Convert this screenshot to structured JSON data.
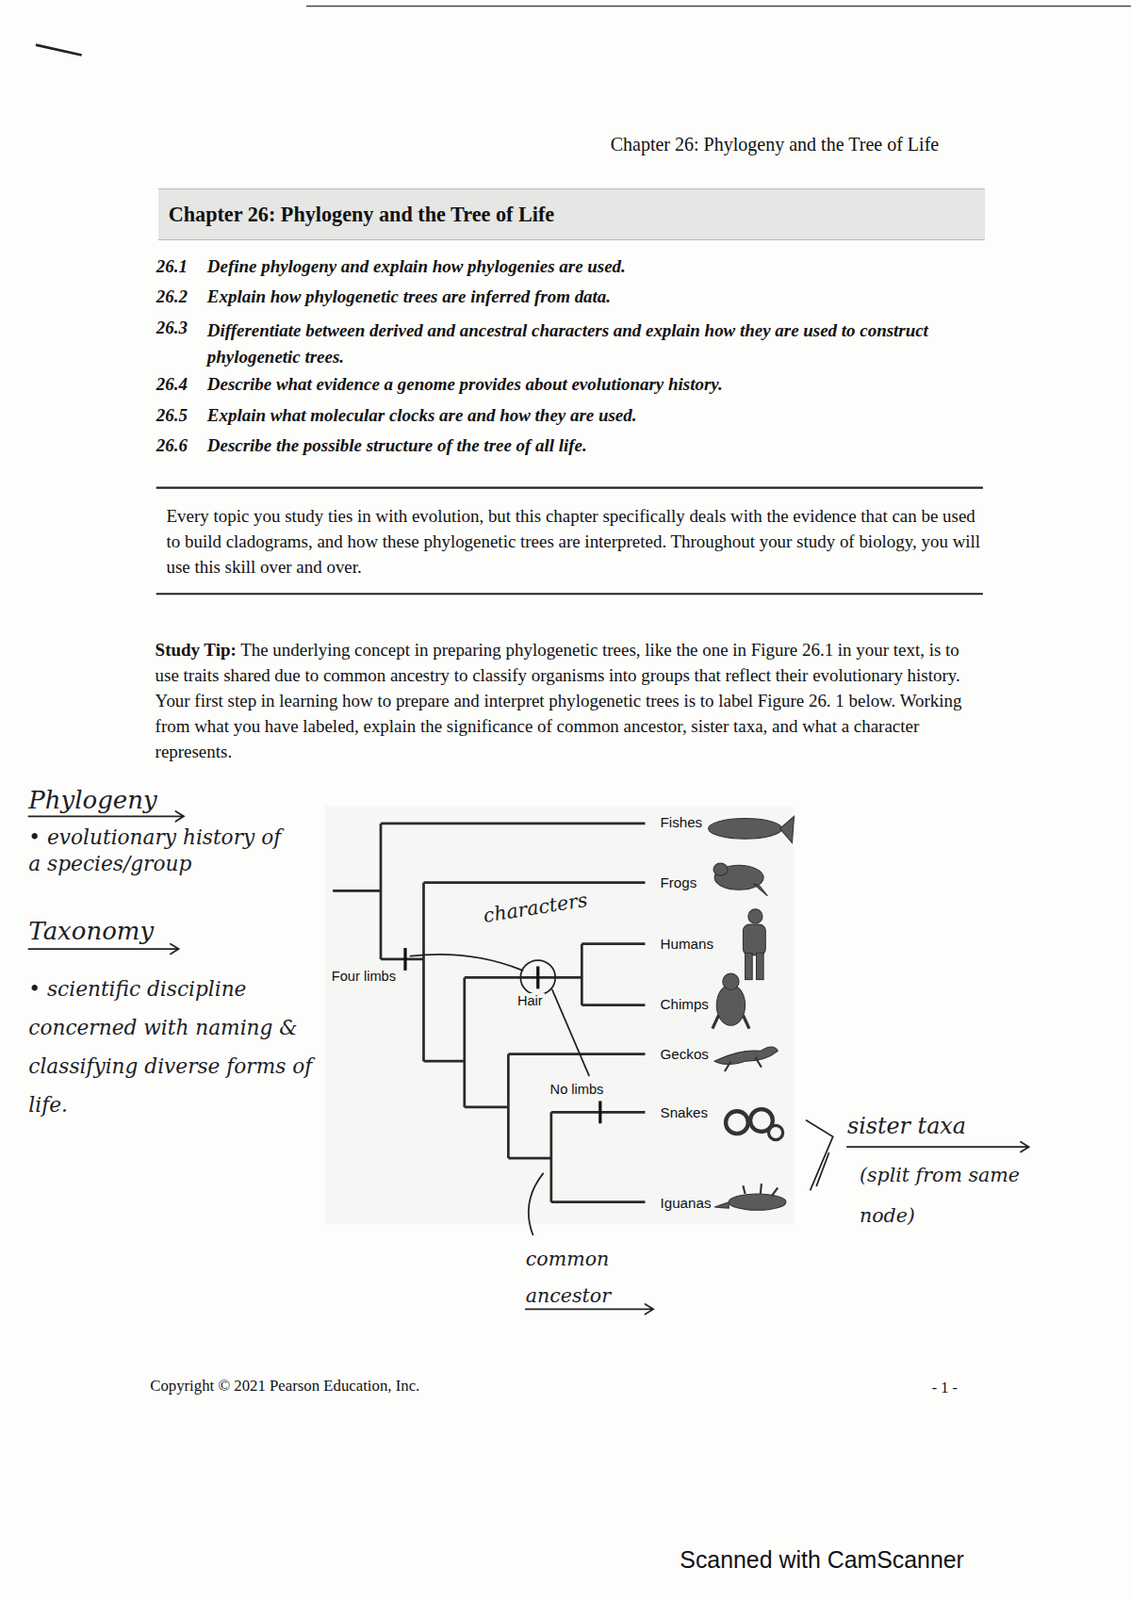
{
  "diagram": {
    "nodes": [
      {
        "text": [
          "Chapter 26: Phylogeny and the Tree of Life"
        ]
      }
    ],
    "labels": [
      "Chapter 26: Phylogeny and the Tree of Life",
      "26.1",
      "Define phylogeny and explain how phylogenies are used.",
      "26.2",
      "Explain how phylogenetic trees are inferred from data.",
      "26.3",
      "Differentiate between derived and ancestral characters and explain how they are used to construct phylogenetic trees.",
      "26.4",
      "Describe what evidence a genome provides about evolutionary history.",
      "26.5",
      "Explain what molecular clocks are and how they are used.",
      "26.6",
      "Describe the possible structure of the tree of all life.",
      "Every topic you study ties in with evolution, but this chapter specifically deals with the evidence that can be used to build cladograms, and how these phylogenetic trees are interpreted. Throughout your study of biology, you will use this skill over and over.",
      "Study Tip:",
      "The underlying concept in preparing phylogenetic trees, like the one in Figure 26.1 in your text, is to use traits shared due to common ancestry to classify organisms into groups that reflect their evolutionary history. Your first step in learning how to prepare and interpret phylogenetic trees is to label Figure 26. 1 below. Working from what you have labeled, explain the significance of common ancestor, sister taxa, and what a character represents.",
      "Fishes",
      "Frogs",
      "Humans",
      "Chimps",
      "Geckos",
      "Snakes",
      "Iguanas",
      "Four limbs",
      "Hair",
      "No limbs",
      "Phylogeny",
      "• evolutionary history of a species/group",
      "Taxonomy",
      "• scientific discipline concerned with naming & classifying diverse forms of life.",
      "characters",
      "sister taxa",
      "(split from same node)",
      "common ancestor",
      "Copyright © 2021 Pearson Education, Inc.",
      "- 1 -",
      "Scanned with CamScanner"
    ]
  }
}
